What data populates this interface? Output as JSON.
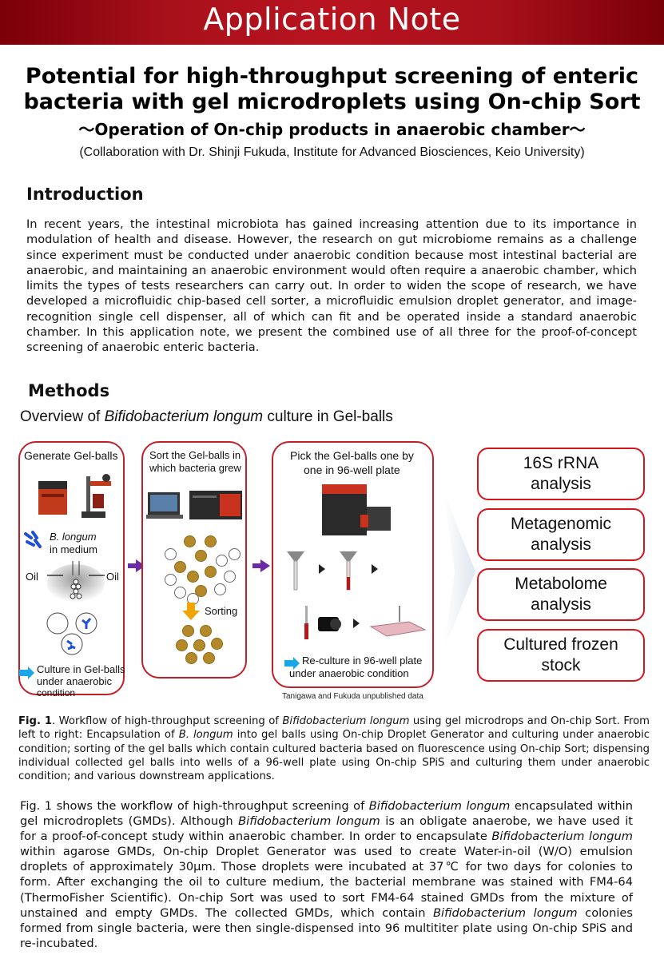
{
  "banner": {
    "title": "Application Note"
  },
  "header": {
    "title_line1": "Potential for high-throughput screening of enteric",
    "title_line2": "bacteria with gel microdroplets using On-chip Sort",
    "subtitle": "～Operation of On-chip products in anaerobic chamber～",
    "collaboration": "(Collaboration with Dr. Shinji Fukuda, Institute for Advanced Biosciences, Keio University)"
  },
  "introduction": {
    "heading": "Introduction",
    "text": "In recent years, the intestinal microbiota has gained increasing attention due to its importance in modulation of health and disease. However, the research on gut microbiome remains as a challenge since experiment must be conducted under anaerobic condition because most intestinal bacterial are anaerobic, and maintaining an anaerobic environment would often require a anaerobic chamber, which limits the types of tests researchers can carry out. In order to widen the scope of research, we have developed a microfluidic chip-based cell sorter, a microfluidic emulsion droplet generator, and image-recognition single cell dispenser, all of which can fit and be operated inside a standard anaerobic chamber. In this application note, we present the combined use of all three for the proof-of-concept screening of anaerobic enteric bacteria."
  },
  "methods": {
    "heading": "Methods",
    "overview_prefix": "Overview of ",
    "overview_species": "Bifidobacterium longum",
    "overview_suffix": " culture in Gel-balls"
  },
  "figure": {
    "panel1": {
      "title": "Generate Gel-balls",
      "species": "B. longum",
      "medium": "in medium",
      "oil_left": "Oil",
      "oil_right": "Oil",
      "culture1": "Culture in Gel-balls",
      "culture2": "under anaerobic",
      "culture3": "condition"
    },
    "panel2": {
      "title1": "Sort the Gel-balls in",
      "title2": "which bacteria grew",
      "sorting": "Sorting"
    },
    "panel3": {
      "title1": "Pick the Gel-balls one by",
      "title2": "one in 96-well plate",
      "reculture1": "Re-culture in 96-well plate",
      "reculture2": "under anaerobic condition"
    },
    "outputs": [
      "16S rRNA\nanalysis",
      "Metagenomic\nanalysis",
      "Metabolome\nanalysis",
      "Cultured frozen\nstock"
    ],
    "credit": "Tanigawa and Fukuda unpublished data",
    "colors": {
      "panel_border": "#c0202a",
      "arrow": "#6b2aa6",
      "gold": "#b3892a",
      "cyan": "#1aa7e8",
      "blue": "#1f4fd6"
    }
  },
  "caption": {
    "label": "Fig. 1",
    "part1": ". Workflow of high-throughput screening of ",
    "species1": "Bifidobacterium longum",
    "part2": " using gel microdrops and On-chip Sort. From left to right: Encapsulation of ",
    "species2": "B. longum",
    "part3": " into gel balls using On-chip Droplet Generator and culturing under anaerobic condition; sorting of the gel balls which contain cultured bacteria based on fluorescence using On-chip Sort; dispensing individual collected gel balls into wells of a 96-well plate using On-chip SPiS and culturing them under anaerobic condition; and various downstream applications."
  },
  "body": {
    "p1": "Fig. 1 shows the workflow of high-throughput screening of ",
    "sp1": "Bifidobacterium longum",
    "p2": " encapsulated within gel microdroplets (GMDs). Although ",
    "sp2": "Bifidobacterium longum",
    "p3": " is an obligate anaerobe, we have used it for a proof-of-concept study within anaerobic chamber. In order to encapsulate ",
    "sp3": "Bifidobacterium longum",
    "p4": " within agarose GMDs, On-chip Droplet Generator was used to create Water-in-oil (W/O) emulsion droplets of approximately 30μm. Those droplets were incubated at 37℃ for two days for colonies to form. After exchanging the oil to culture medium, the bacterial membrane was stained with FM4-64 (ThermoFisher Scientific). On-chip Sort was used to sort FM4-64 stained GMDs from the mixture of unstained and empty GMDs. The collected GMDs, which contain ",
    "sp4": "Bifidobacterium longum",
    "p5": " colonies formed from single bacteria, were then single-dispensed into 96 multititer plate using On-chip SPiS and re-incubated."
  }
}
